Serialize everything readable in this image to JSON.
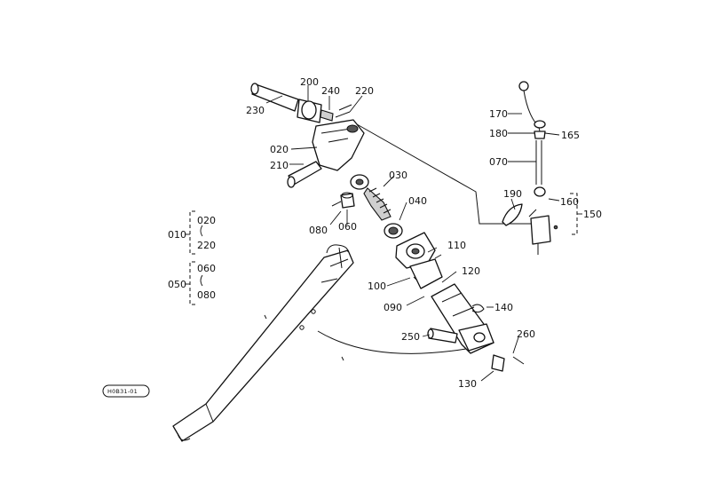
{
  "parts": {
    "p200": "200",
    "p240": "240",
    "p220": "220",
    "p230": "230",
    "p020": "020",
    "p210": "210",
    "p030": "030",
    "p040": "040",
    "p080": "080",
    "p060": "060",
    "p110": "110",
    "p120": "120",
    "p100": "100",
    "p090": "090",
    "p140": "140",
    "p250": "250",
    "p260": "260",
    "p130": "130",
    "p170": "170",
    "p180": "180",
    "p165": "165",
    "p070": "070",
    "p190": "190",
    "p160": "160",
    "p150": "150"
  },
  "groups": {
    "g010": {
      "label": "010",
      "top": "020",
      "bottom": "220"
    },
    "g050": {
      "label": "050",
      "top": "060",
      "bottom": "080"
    }
  },
  "stamp": "H0B31-01"
}
